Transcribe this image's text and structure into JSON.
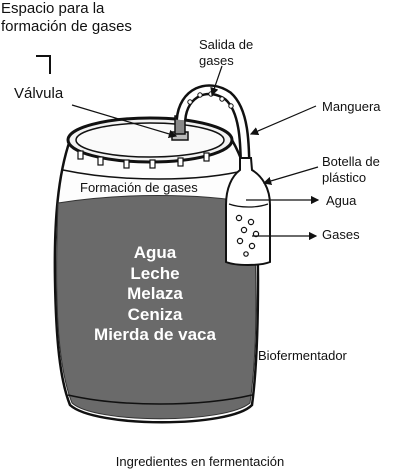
{
  "labels": {
    "gas_space": "Espacio para la formación de gases",
    "valve": "Válvula",
    "gas_outlet": "Salida de gases",
    "hose": "Manguera",
    "plastic_bottle": "Botella de plástico",
    "water": "Agua",
    "gases": "Gases",
    "gas_formation": "Formación de gases",
    "biofermenter": "Biofermentador",
    "caption": "Ingredientes en fermentación"
  },
  "contents": [
    "Agua",
    "Leche",
    "Melaza",
    "Ceniza",
    "Mierda de vaca"
  ],
  "colors": {
    "liquid": "#6a6a6a",
    "outline": "#111111",
    "label_text": "#111111",
    "contents_text": "#ffffff"
  }
}
